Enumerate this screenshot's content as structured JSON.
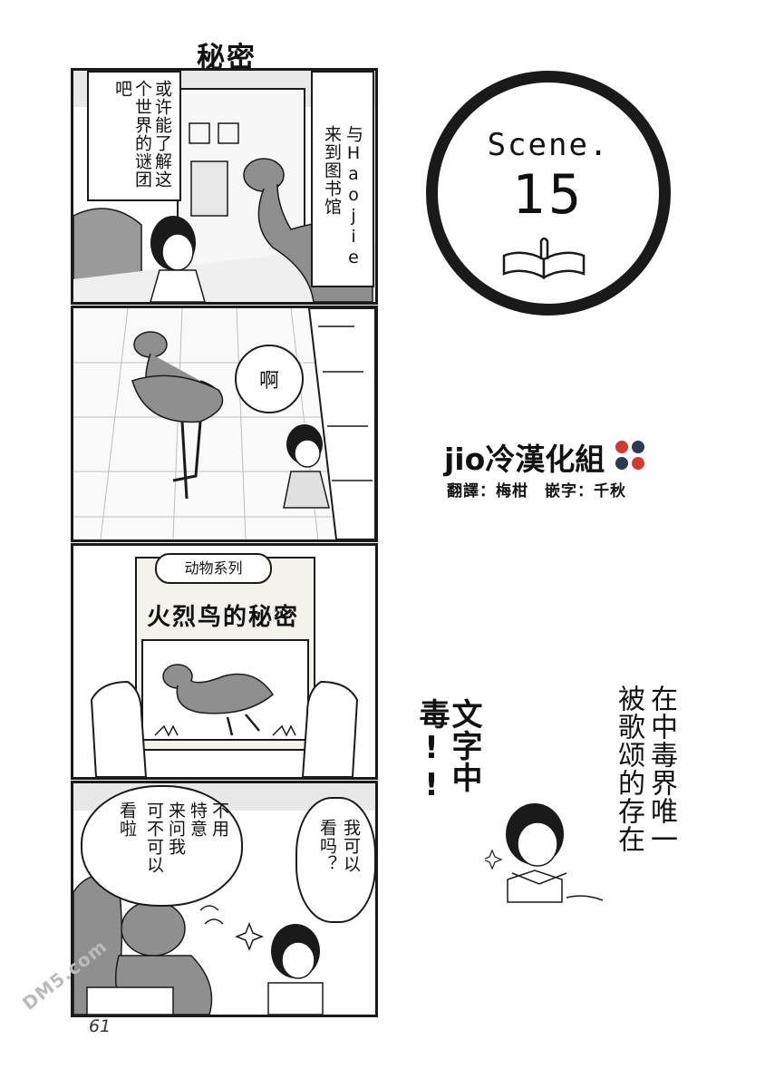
{
  "page": {
    "title": "秘密",
    "page_number": "61",
    "watermark": "DM5.com"
  },
  "scene": {
    "label": "Scene.",
    "number": "15"
  },
  "panels": {
    "p1": {
      "caption_left": "或许能了解这个世界的谜团吧",
      "caption_left_cols": [
        "或许能了解",
        "这个世界的",
        "谜团吧"
      ],
      "caption_right_cols": [
        "与Haojie",
        "来到图书馆"
      ]
    },
    "p2": {
      "bubble": "啊"
    },
    "p3": {
      "book_series": "动物系列",
      "book_title": "火烈鸟的秘密"
    },
    "p4": {
      "bubble_left_cols": [
        "不用",
        "特意",
        "来问我",
        "可不可以",
        "看啦"
      ],
      "bubble_right_cols": [
        "我可以",
        "看吗？"
      ]
    }
  },
  "credits": {
    "group": "jio冷漢化組",
    "line": "翻譯：梅柑　嵌字：千秋"
  },
  "side": {
    "col1": "在中毒界唯一",
    "col2": "被歌颂的存在",
    "col3": "文字中毒!!"
  },
  "colors": {
    "ink": "#1a1a1a",
    "tone": "#9a9a9a",
    "logo_red": "#d23a2f",
    "logo_dark": "#2a3a55"
  }
}
